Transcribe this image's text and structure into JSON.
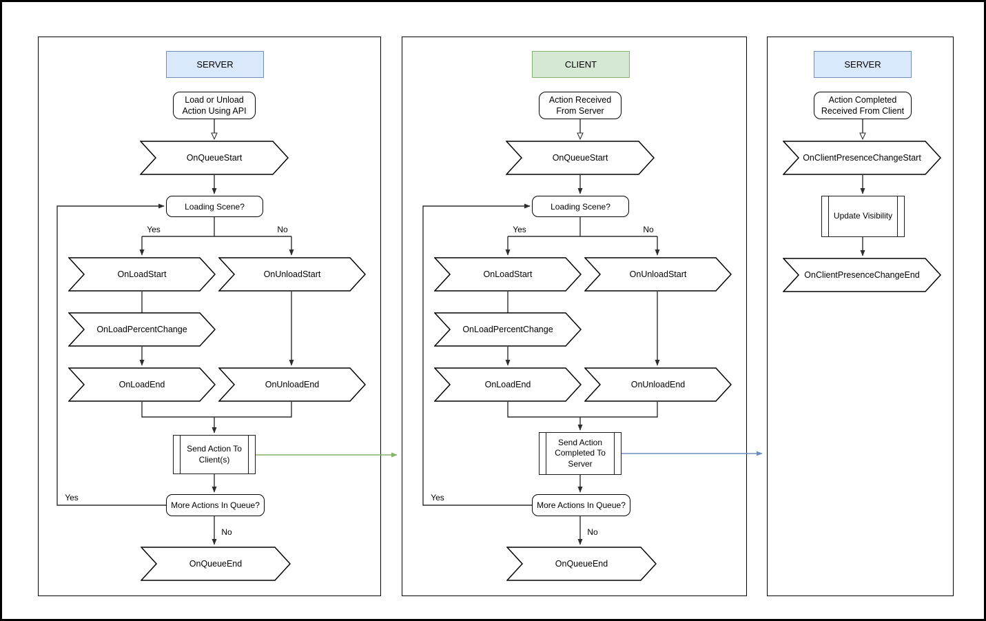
{
  "colors": {
    "server_header_fill": "#dae8fc",
    "server_header_border": "#6c8ebf",
    "client_header_fill": "#d5e8d4",
    "client_header_border": "#82b366",
    "server_to_client_arrow": "#82b366",
    "client_to_server_arrow": "#6c8ebf",
    "shape_border": "#000000",
    "connector": "#2d2d2d"
  },
  "edge_labels": {
    "yes": "Yes",
    "no": "No"
  },
  "panels": [
    {
      "header": "SERVER",
      "start": "Load or Unload Action Using API",
      "on_queue_start": "OnQueueStart",
      "loading_scene": "Loading Scene?",
      "on_load_start": "OnLoadStart",
      "on_unload_start": "OnUnloadStart",
      "on_load_percent_change": "OnLoadPercentChange",
      "on_load_end": "OnLoadEnd",
      "on_unload_end": "OnUnloadEnd",
      "send_action": "Send Action To Client(s)",
      "more_actions": "More Actions In Queue?",
      "on_queue_end": "OnQueueEnd"
    },
    {
      "header": "CLIENT",
      "start": "Action Received From Server",
      "on_queue_start": "OnQueueStart",
      "loading_scene": "Loading Scene?",
      "on_load_start": "OnLoadStart",
      "on_unload_start": "OnUnloadStart",
      "on_load_percent_change": "OnLoadPercentChange",
      "on_load_end": "OnLoadEnd",
      "on_unload_end": "OnUnloadEnd",
      "send_action": "Send Action Completed To Server",
      "more_actions": "More Actions In Queue?",
      "on_queue_end": "OnQueueEnd"
    },
    {
      "header": "SERVER",
      "start": "Action Completed Received From Client",
      "on_client_presence_change_start": "OnClientPresenceChangeStart",
      "update_visibility": "Update Visibility",
      "on_client_presence_change_end": "OnClientPresenceChangeEnd"
    }
  ]
}
